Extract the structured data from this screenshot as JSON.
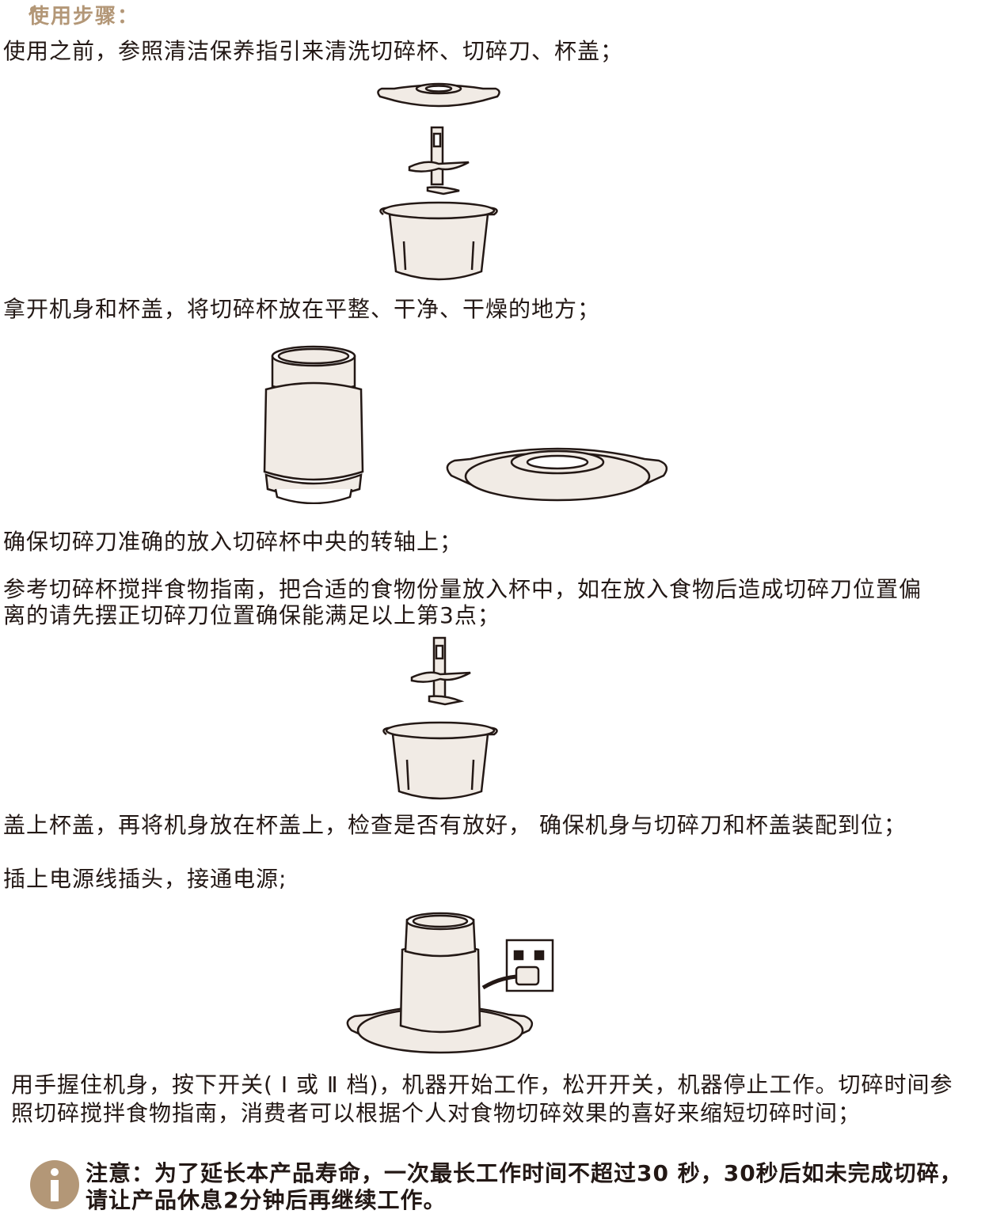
{
  "heading": "使用步骤：",
  "steps": [
    "使用之前，参照清洁保养指引来清洗切碎杯、切碎刀、杯盖；",
    "拿开机身和杯盖，将切碎杯放在平整、干净、干燥的地方；",
    "确保切碎刀准确的放入切碎杯中央的转轴上；",
    "参考切碎杯搅拌食物指南，把合适的食物份量放入杯中，如在放入食物后造成切碎刀位置偏",
    "离的请先摆正切碎刀位置确保能满足以上第3点；",
    "盖上杯盖，再将机身放在杯盖上，检查是否有放好， 确保机身与切碎刀和杯盖装配到位；",
    "插上电源线插头，接通电源;",
    "用手握住机身，按下开关( Ⅰ 或 Ⅱ 档)，机器开始工作，松开开关，机器停止工作。切碎时间参",
    "照切碎搅拌食物指南，消费者可以根据个人对食物切碎效果的喜好来缩短切碎时间；"
  ],
  "note": {
    "line1": "注意：为了延长本产品寿命，一次最长工作时间不超过30 秒，30秒后如未完成切碎，",
    "line2": "请让产品休息2分钟后再继续工作。"
  },
  "colors": {
    "accent": "#b39777",
    "fill": "#f1ebe5",
    "stroke": "#231815"
  }
}
